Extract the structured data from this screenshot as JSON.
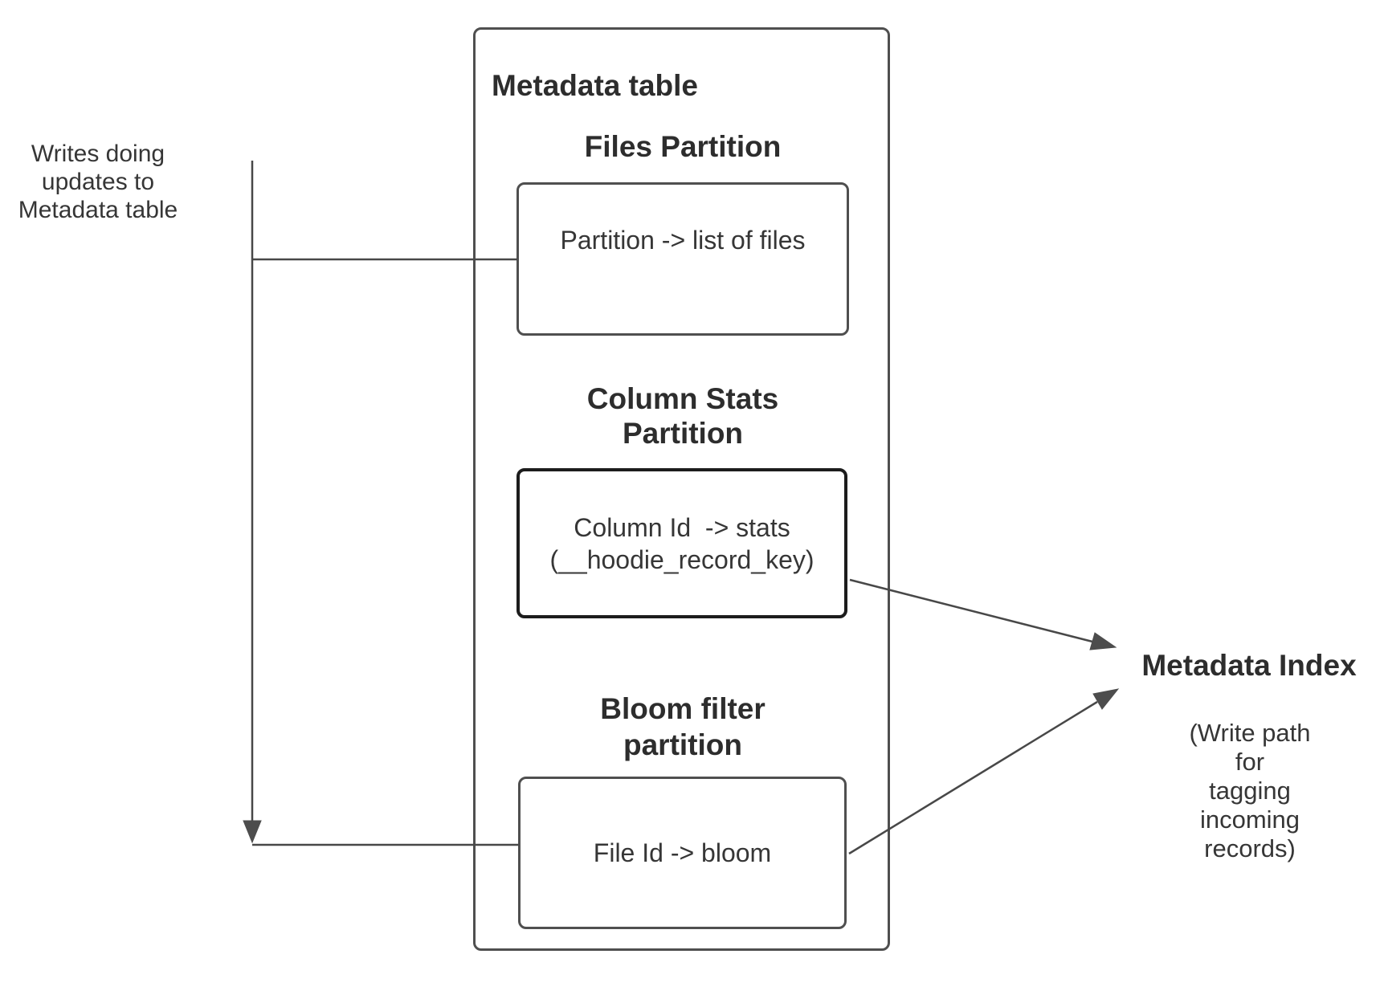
{
  "diagram": {
    "writes_note": "Writes doing\nupdates to\nMetadata table",
    "metadata_table": {
      "title": "Metadata table",
      "files_partition": {
        "heading": "Files Partition",
        "body": "Partition -> list of files"
      },
      "column_stats_partition": {
        "heading": "Column Stats\nPartition",
        "body": "Column Id  -> stats\n(__hoodie_record_key)"
      },
      "bloom_filter_partition": {
        "heading": "Bloom filter\npartition",
        "body": "File Id -> bloom"
      }
    },
    "metadata_index": {
      "title": "Metadata Index",
      "subtitle": "(Write path for\ntagging incoming\nrecords)"
    },
    "colors": {
      "connector_line": "#484848",
      "arrowhead": "#4d4d4d",
      "box_border": "#4f4f4f",
      "column_stats_box_border": "#1c1c1c",
      "text": "#363636",
      "heading_text": "#2d2d2d",
      "background": "#ffffff"
    }
  }
}
